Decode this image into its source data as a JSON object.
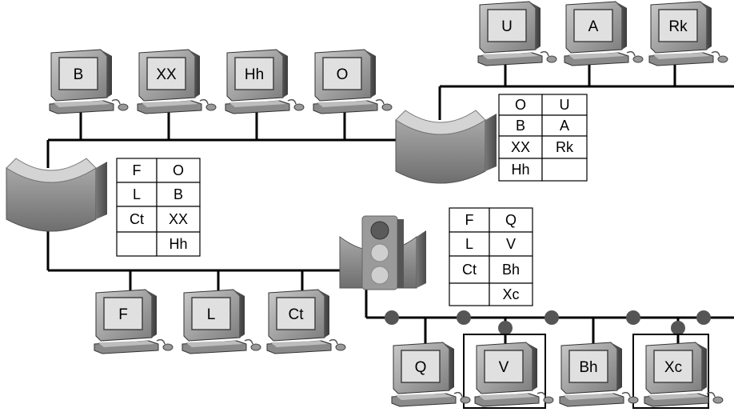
{
  "computers": [
    {
      "id": "pc-b",
      "label": "B"
    },
    {
      "id": "pc-xx",
      "label": "XX"
    },
    {
      "id": "pc-hh",
      "label": "Hh"
    },
    {
      "id": "pc-o",
      "label": "O"
    },
    {
      "id": "pc-u",
      "label": "U"
    },
    {
      "id": "pc-a",
      "label": "A"
    },
    {
      "id": "pc-rk",
      "label": "Rk"
    },
    {
      "id": "pc-f",
      "label": "F"
    },
    {
      "id": "pc-l",
      "label": "L"
    },
    {
      "id": "pc-ct",
      "label": "Ct"
    },
    {
      "id": "pc-q",
      "label": "Q"
    },
    {
      "id": "pc-v",
      "label": "V"
    },
    {
      "id": "pc-bh",
      "label": "Bh"
    },
    {
      "id": "pc-xc",
      "label": "Xc"
    }
  ],
  "tables": [
    {
      "id": "bridge-right-table",
      "rows": [
        [
          "O",
          "U"
        ],
        [
          "B",
          "A"
        ],
        [
          "XX",
          "Rk"
        ],
        [
          "Hh",
          ""
        ]
      ]
    },
    {
      "id": "bridge-left-table",
      "rows": [
        [
          "F",
          "O"
        ],
        [
          "L",
          "B"
        ],
        [
          "Ct",
          "XX"
        ],
        [
          "",
          "Hh"
        ]
      ]
    },
    {
      "id": "switch-table",
      "rows": [
        [
          "F",
          "Q"
        ],
        [
          "L",
          "V"
        ],
        [
          "Ct",
          "Bh"
        ],
        [
          "",
          "Xc"
        ]
      ]
    }
  ]
}
